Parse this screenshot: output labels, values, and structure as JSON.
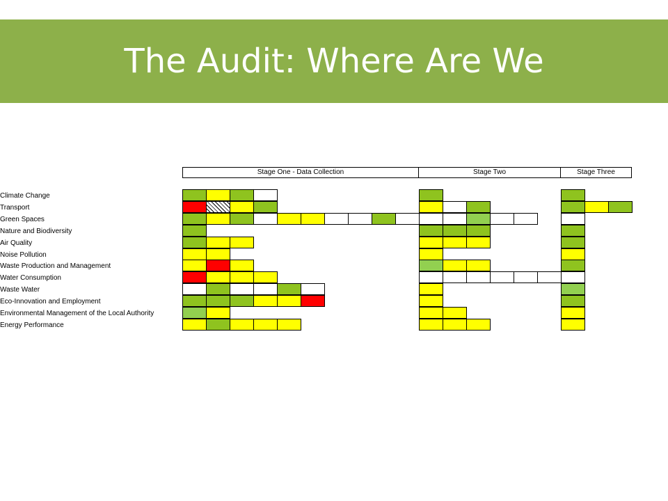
{
  "header": {
    "title": "The Audit: Where Are We"
  },
  "stages": [
    "Stage One - Data Collection",
    "Stage Two",
    "Stage Three"
  ],
  "colors": {
    "G": "#8fc31f",
    "Y": "#ffff00",
    "R": "#ff0000",
    "L": "#92d050",
    "W": "#ffffff",
    "H": "hatched"
  },
  "rows": [
    {
      "label": "Climate Change",
      "stage1": [
        "G",
        "Y",
        "G",
        "W"
      ],
      "stage2": [
        "G"
      ],
      "stage3": [
        "G"
      ]
    },
    {
      "label": "Transport",
      "stage1": [
        "R",
        "H",
        "Y",
        "G"
      ],
      "stage2": [
        "Y",
        "W",
        "G"
      ],
      "stage3": [
        "G",
        "Y",
        "G"
      ]
    },
    {
      "label": "Green Spaces",
      "stage1": [
        "G",
        "Y",
        "G",
        "W",
        "Y",
        "Y",
        "W",
        "W",
        "G",
        "W"
      ],
      "stage2": [
        "W",
        "W",
        "L",
        "W",
        "W"
      ],
      "stage3": [
        "W"
      ]
    },
    {
      "label": "Nature and Biodiversity",
      "stage1": [
        "G"
      ],
      "stage2": [
        "G",
        "G",
        "G"
      ],
      "stage3": [
        "G"
      ]
    },
    {
      "label": "Air Quality",
      "stage1": [
        "G",
        "Y",
        "Y"
      ],
      "stage2": [
        "Y",
        "Y",
        "Y"
      ],
      "stage3": [
        "G"
      ]
    },
    {
      "label": "Noise Pollution",
      "stage1": [
        "Y",
        "Y"
      ],
      "stage2": [
        "Y"
      ],
      "stage3": [
        "Y"
      ]
    },
    {
      "label": "Waste Production and Management",
      "stage1": [
        "Y",
        "R",
        "Y"
      ],
      "stage2": [
        "L",
        "Y",
        "Y"
      ],
      "stage3": [
        "G"
      ]
    },
    {
      "label": "Water Consumption",
      "stage1": [
        "R",
        "Y",
        "Y",
        "Y"
      ],
      "stage2": [
        "W",
        "W",
        "W",
        "W",
        "W",
        "W"
      ],
      "stage3": [
        "W"
      ]
    },
    {
      "label": "Waste Water",
      "stage1": [
        "W",
        "G",
        "W",
        "W",
        "G",
        "W"
      ],
      "stage2": [
        "Y"
      ],
      "stage3": [
        "L"
      ]
    },
    {
      "label": "Eco-Innovation and Employment",
      "stage1": [
        "G",
        "G",
        "G",
        "Y",
        "Y",
        "R"
      ],
      "stage2": [
        "Y"
      ],
      "stage3": [
        "G"
      ]
    },
    {
      "label": "Environmental Management of the Local Authority",
      "stage1": [
        "L",
        "Y"
      ],
      "stage2": [
        "Y",
        "Y"
      ],
      "stage3": [
        "Y"
      ]
    },
    {
      "label": "Energy Performance",
      "stage1": [
        "Y",
        "G",
        "Y",
        "Y",
        "Y"
      ],
      "stage2": [
        "Y",
        "Y",
        "Y"
      ],
      "stage3": [
        "Y"
      ]
    }
  ]
}
